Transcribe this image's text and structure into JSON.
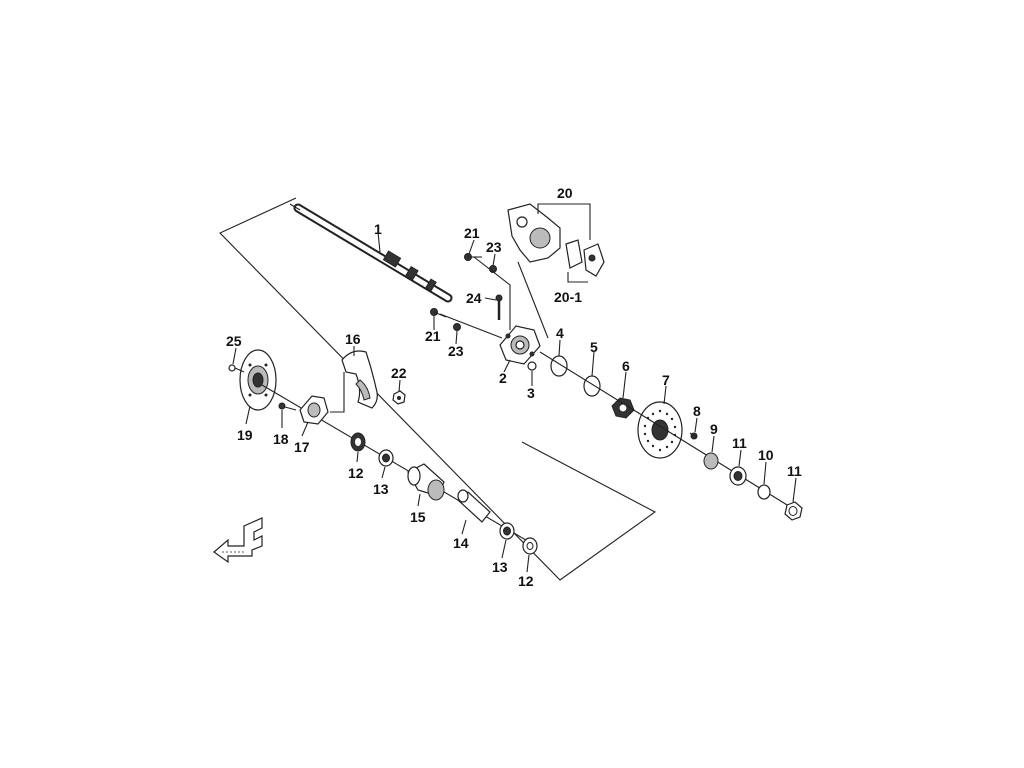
{
  "labels": {
    "p1": "1",
    "p2": "2",
    "p3": "3",
    "p4": "4",
    "p5": "5",
    "p6": "6",
    "p7": "7",
    "p8": "8",
    "p9": "9",
    "p10": "10",
    "p11a": "11",
    "p11b": "11",
    "p12a": "12",
    "p12b": "12",
    "p13a": "13",
    "p13b": "13",
    "p14": "14",
    "p15": "15",
    "p16": "16",
    "p17": "17",
    "p18": "18",
    "p19": "19",
    "p20": "20",
    "p20_1": "20-1",
    "p21a": "21",
    "p21b": "21",
    "p22": "22",
    "p23a": "23",
    "p23b": "23",
    "p24": "24",
    "p25": "25"
  },
  "icons": {
    "front_arrow": "front-direction-arrow-icon"
  }
}
